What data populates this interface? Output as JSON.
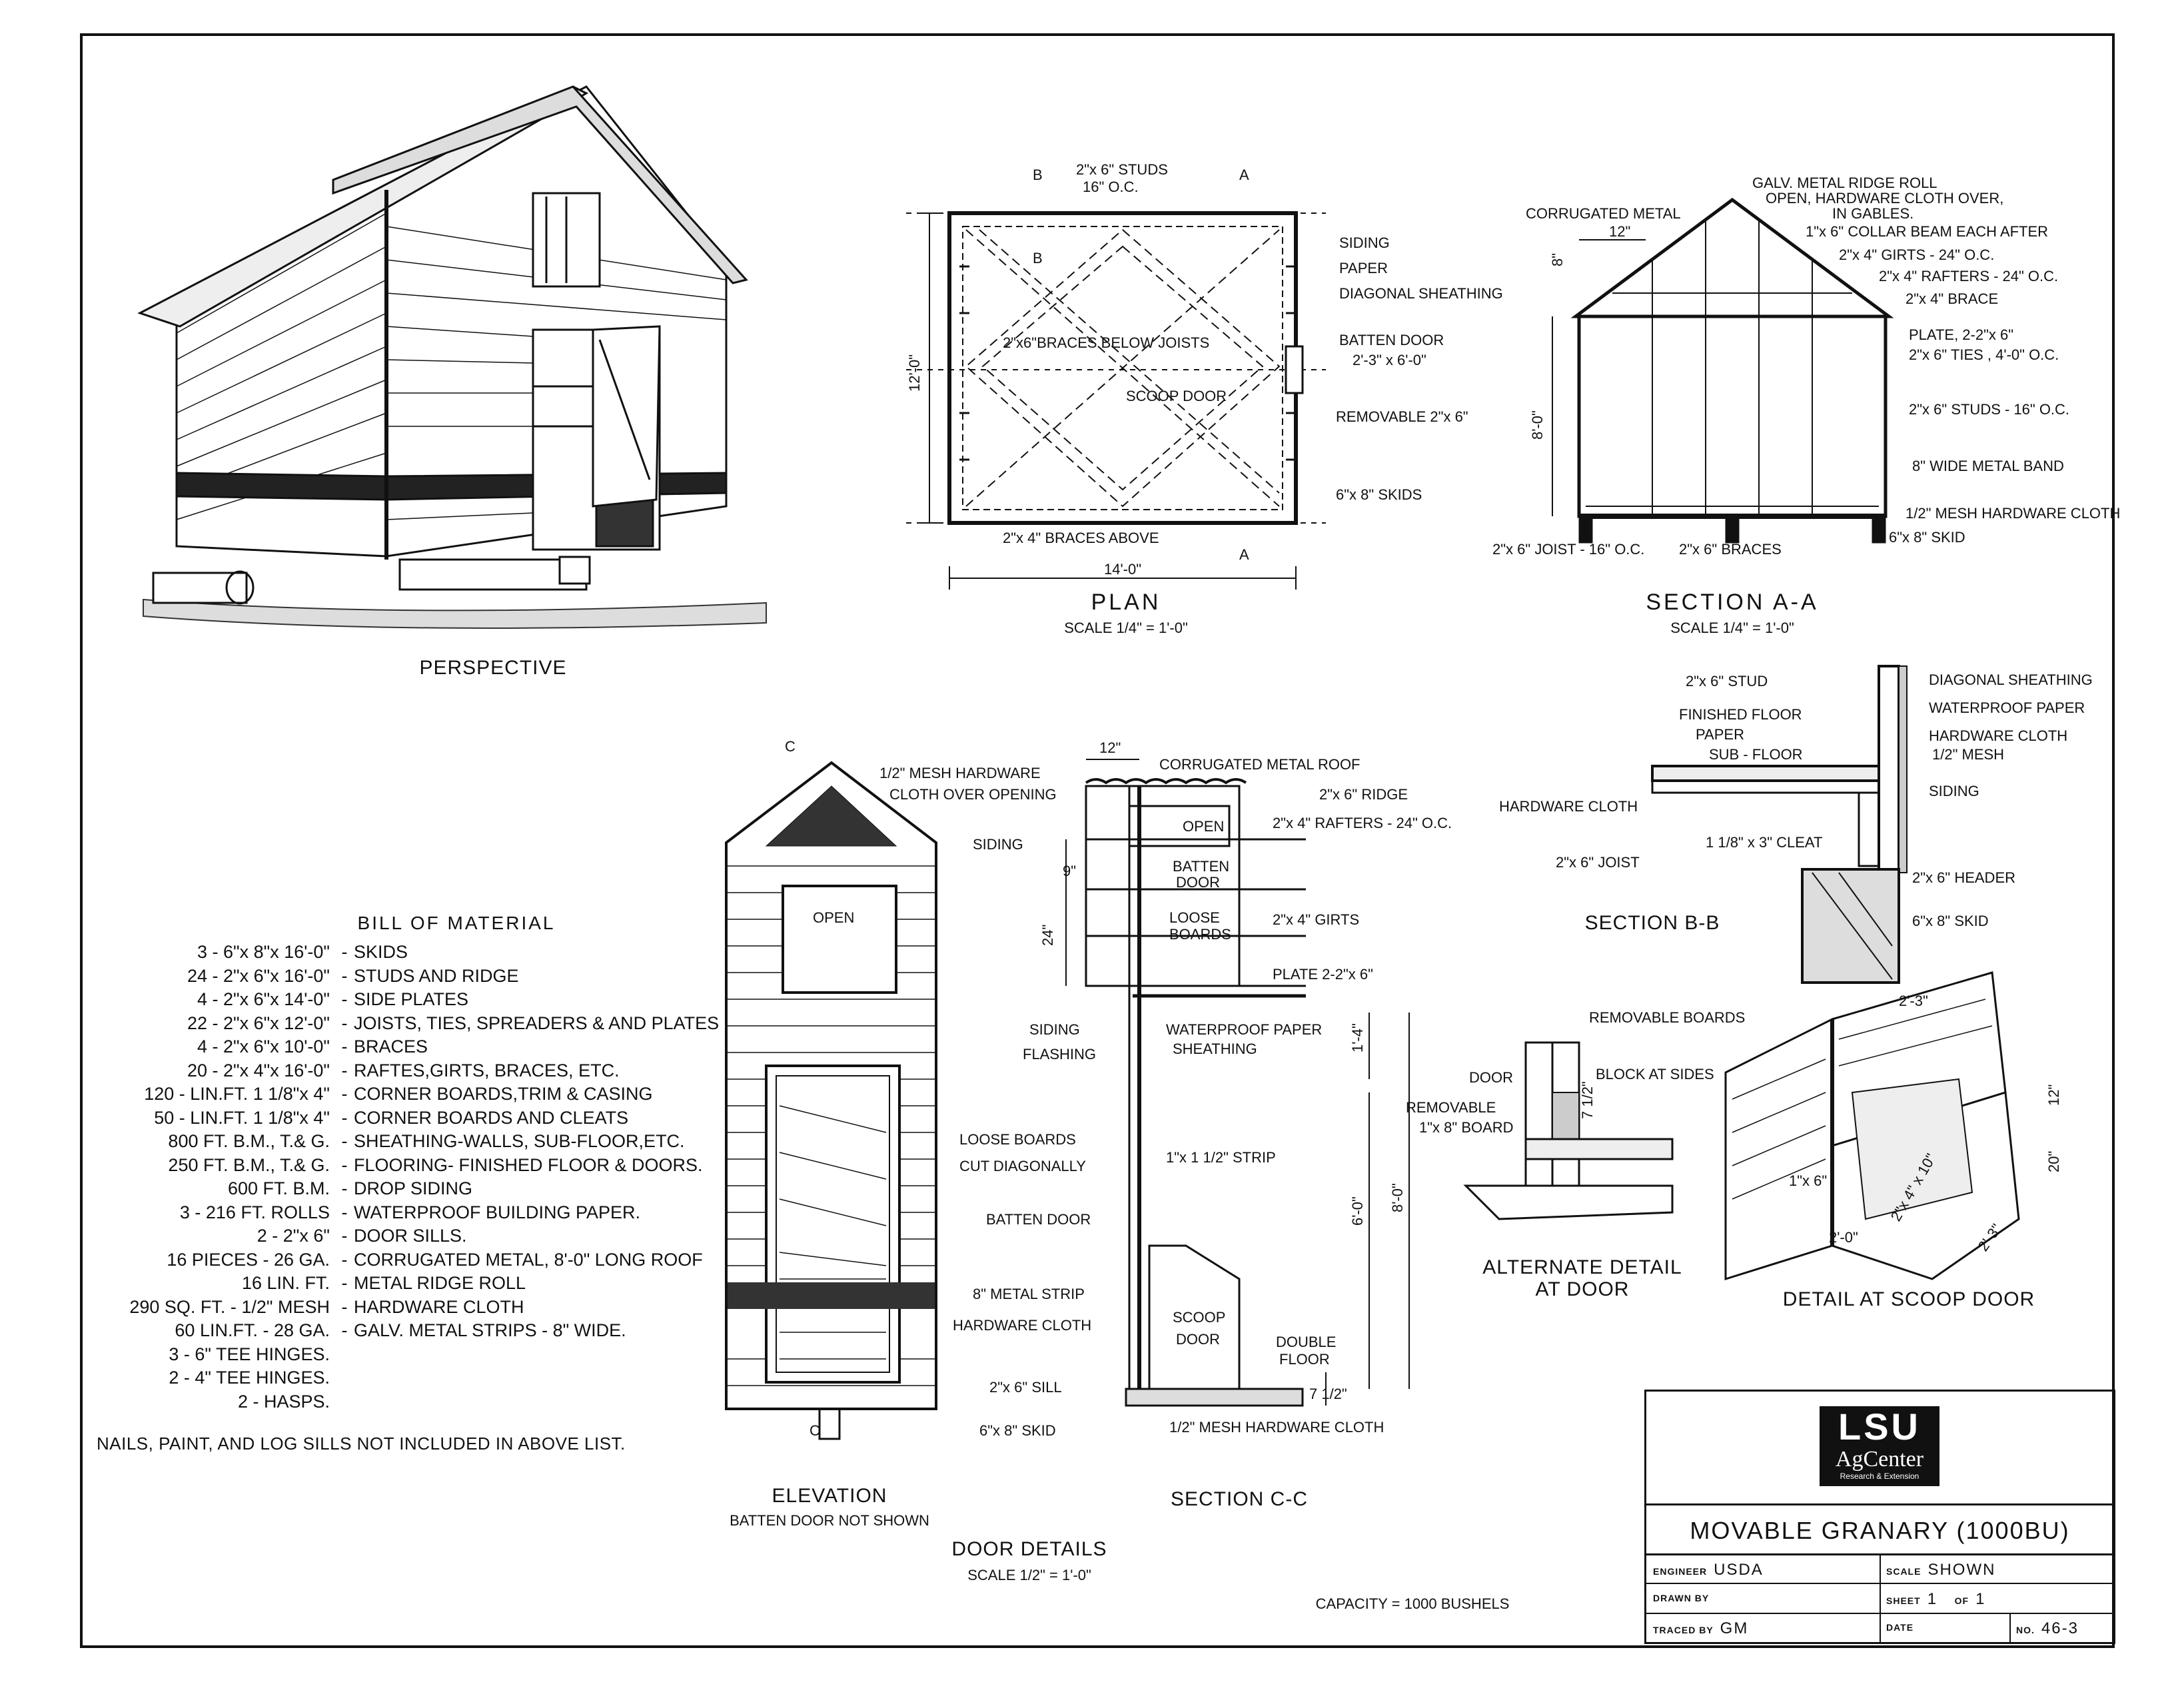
{
  "views": {
    "perspective": "PERSPECTIVE",
    "plan": "PLAN",
    "plan_scale": "SCALE 1/4\" = 1'-0\"",
    "section_aa": "SECTION  A-A",
    "section_aa_scale": "SCALE 1/4\" = 1'-0\"",
    "section_bb": "SECTION  B-B",
    "elevation": "ELEVATION",
    "elevation_note": "BATTEN DOOR NOT SHOWN",
    "section_cc": "SECTION  C-C",
    "door_details": "DOOR   DETAILS",
    "door_details_scale": "SCALE 1/2\" = 1'-0\"",
    "alternate_detail_1": "ALTERNATE  DETAIL",
    "alternate_detail_2": "AT  DOOR",
    "scoop_detail": "DETAIL  AT  SCOOP  DOOR",
    "capacity": "CAPACITY = 1000  BUSHELS"
  },
  "plan_labels": {
    "studs_1": "2\"x 6\" STUDS",
    "studs_2": "16\" O.C.",
    "cut_b": "B",
    "cut_a": "A",
    "siding": "SIDING",
    "paper": "PAPER",
    "diagonal_sheathing": "DIAGONAL  SHEATHING",
    "braces_below": "2\"x6\"BRACES BELOW JOISTS",
    "batten_door_1": "BATTEN DOOR",
    "batten_door_2": "2'-3\" x 6'-0\"",
    "scoop_door": "SCOOP DOOR",
    "removable": "REMOVABLE 2\"x 6\"",
    "skids": "6\"x 8\" SKIDS",
    "braces_above": "2\"x 4\" BRACES ABOVE",
    "width_dim": "14'-0\"",
    "depth_dim": "12'-0\""
  },
  "section_aa_labels": {
    "corrugated_metal": "CORRUGATED METAL",
    "ridge_roll": "GALV. METAL RIDGE ROLL",
    "open_hardware": "OPEN, HARDWARE CLOTH OVER,",
    "in_gables": "IN GABLES.",
    "collar_beam": "1\"x 6\" COLLAR BEAM EACH AFTER",
    "girts": "2\"x 4\" GIRTS - 24\" O.C.",
    "rafters": "2\"x 4\" RAFTERS - 24\" O.C.",
    "brace": "2\"x 4\" BRACE",
    "plate": "PLATE, 2-2\"x 6\"",
    "ties": "2\"x 6\" TIES , 4'-0\" O.C.",
    "studs": "2\"x 6\" STUDS - 16\" O.C.",
    "band": "8\" WIDE METAL BAND",
    "mesh": "1/2\" MESH  HARDWARE CLOTH",
    "skid": "6\"x 8\" SKID",
    "joist": "2\"x 6\" JOIST - 16\" O.C.",
    "braces": "2\"x 6\"  BRACES",
    "dim_12": "12\"",
    "dim_8": "8\"",
    "dim_wall": "8'-0\""
  },
  "section_bb_labels": {
    "stud": "2\"x 6\" STUD",
    "diagonal_sheathing": "DIAGONAL  SHEATHING",
    "waterproof_paper": "WATERPROOF  PAPER",
    "finished_floor": "FINISHED  FLOOR",
    "paper": "PAPER",
    "sub_floor": "SUB - FLOOR",
    "hardware_cloth": "HARDWARE  CLOTH",
    "half_mesh": "1/2\" MESH",
    "hardware_cloth_l": "HARDWARE CLOTH",
    "siding": "SIDING",
    "cleat": "1 1/8\" x 3\" CLEAT",
    "joist": "2\"x 6\" JOIST",
    "header": "2\"x 6\"  HEADER",
    "skid": "6\"x 8\" SKID"
  },
  "elevation_labels": {
    "cut_c": "C",
    "mesh_1": "1/2\" MESH  HARDWARE",
    "mesh_2": "CLOTH OVER OPENING",
    "siding": "SIDING",
    "open": "OPEN"
  },
  "section_cc_labels": {
    "dim_12": "12\"",
    "roof": "CORRUGATED METAL ROOF",
    "ridge": "2\"x 6\" RIDGE",
    "open": "OPEN",
    "rafters": "2\"x 4\" RAFTERS - 24\" O.C.",
    "batten_door": "BATTEN",
    "batten_door_2": "DOOR",
    "loose_boards": "LOOSE",
    "loose_boards_2": "BOARDS",
    "girts": "2\"x 4\" GIRTS",
    "plate": "PLATE  2-2\"x 6\"",
    "siding": "SIDING",
    "waterproof_paper": "WATERPROOF  PAPER",
    "flashing": "FLASHING",
    "sheathing": "SHEATHING",
    "loose_diag_1": "LOOSE  BOARDS",
    "loose_diag_2": "CUT  DIAGONALLY",
    "strip": "1\"x 1 1/2\" STRIP",
    "batten_door_l": "BATTEN  DOOR",
    "metal_strip": "8\" METAL  STRIP",
    "hardware_cloth": "HARDWARE  CLOTH",
    "scoop": "SCOOP",
    "scoop_2": "DOOR",
    "double_floor": "DOUBLE",
    "double_floor_2": "FLOOR",
    "sill": "2\"x 6\" SILL",
    "skid": "6\"x 8\" SKID",
    "mesh": "1/2\" MESH  HARDWARE  CLOTH",
    "dim_9": "9\"",
    "dim_24": "24\"",
    "dim_14": "1'-4\"",
    "dim_60": "6'-0\"",
    "dim_80": "8'-0\"",
    "dim_7": "7 1/2\""
  },
  "alt_detail_labels": {
    "removable_boards": "REMOVABLE  BOARDS",
    "door": "DOOR",
    "block": "BLOCK  AT  SIDES",
    "removable_1": "REMOVABLE",
    "removable_2": "1\"x 8\"  BOARD",
    "dim_7": "7 1/2\""
  },
  "scoop_detail_labels": {
    "dim_23a": "2'-3\"",
    "dim_12": "12\"",
    "dim_20": "20\"",
    "dim_16": "1\"x 6\"",
    "dim_20w": "2'-0\"",
    "dim_24x4": "2\"x 4\" x 10\"",
    "dim_23b": "2'-3\""
  },
  "bill_of_material": {
    "title": "BILL  OF  MATERIAL",
    "items": [
      {
        "qty": "3 - 6\"x 8\"x 16'-0\"",
        "desc": "SKIDS"
      },
      {
        "qty": "24 - 2\"x 6\"x 16'-0\"",
        "desc": "STUDS  AND  RIDGE"
      },
      {
        "qty": "4 - 2\"x 6\"x 14'-0\"",
        "desc": "SIDE  PLATES"
      },
      {
        "qty": "22 - 2\"x 6\"x 12'-0\"",
        "desc": "JOISTS, TIES, SPREADERS & AND PLATES"
      },
      {
        "qty": "4 - 2\"x 6\"x 10'-0\"",
        "desc": "BRACES"
      },
      {
        "qty": "20 - 2\"x 4\"x 16'-0\"",
        "desc": "RAFTES,GIRTS, BRACES,  ETC."
      },
      {
        "qty": "120 - LIN.FT. 1 1/8\"x 4\"",
        "desc": "CORNER BOARDS,TRIM  &  CASING"
      },
      {
        "qty": "50 - LIN.FT. 1 1/8\"x 4\"",
        "desc": "CORNER  BOARDS  AND CLEATS"
      },
      {
        "qty": "800  FT. B.M., T.& G.",
        "desc": "SHEATHING-WALLS, SUB-FLOOR,ETC."
      },
      {
        "qty": "250  FT. B.M., T.& G.",
        "desc": "FLOORING- FINISHED FLOOR & DOORS."
      },
      {
        "qty": "600  FT. B.M.",
        "desc": "DROP SIDING"
      },
      {
        "qty": "3 - 216  FT. ROLLS",
        "desc": "WATERPROOF  BUILDING PAPER."
      },
      {
        "qty": "2 - 2\"x 6\"",
        "desc": "DOOR  SILLS."
      },
      {
        "qty": "16 PIECES - 26 GA.",
        "desc": "CORRUGATED  METAL, 8'-0\" LONG ROOF"
      },
      {
        "qty": "16  LIN.  FT.",
        "desc": "METAL  RIDGE ROLL"
      },
      {
        "qty": "290  SQ. FT. - 1/2\" MESH",
        "desc": "HARDWARE  CLOTH"
      },
      {
        "qty": "60  LIN.FT. - 28 GA.",
        "desc": "GALV. METAL STRIPS - 8\" WIDE."
      },
      {
        "qty": "3 - 6\"  TEE  HINGES.",
        "desc": ""
      },
      {
        "qty": "2 - 4\"  TEE  HINGES.",
        "desc": ""
      },
      {
        "qty": "2 - HASPS.",
        "desc": ""
      }
    ],
    "note": "NAILS, PAINT,  AND  LOG SILLS  NOT  INCLUDED  IN  ABOVE  LIST."
  },
  "title_block": {
    "logo_line1": "LSU",
    "logo_line2": "AgCenter",
    "logo_line3": "Research & Extension",
    "drawing_title": "MOVABLE  GRANARY  (1000BU)",
    "engineer_label": "ENGINEER",
    "engineer": "USDA",
    "scale_label": "SCALE",
    "scale": "SHOWN",
    "drawn_label": "DRAWN BY",
    "sheet_label": "SHEET",
    "sheet": "1",
    "of_label": "OF",
    "sheet_of": "1",
    "traced_label": "TRACED BY",
    "traced": "GM",
    "date_label": "DATE",
    "no_label": "NO.",
    "number": "46-3"
  }
}
